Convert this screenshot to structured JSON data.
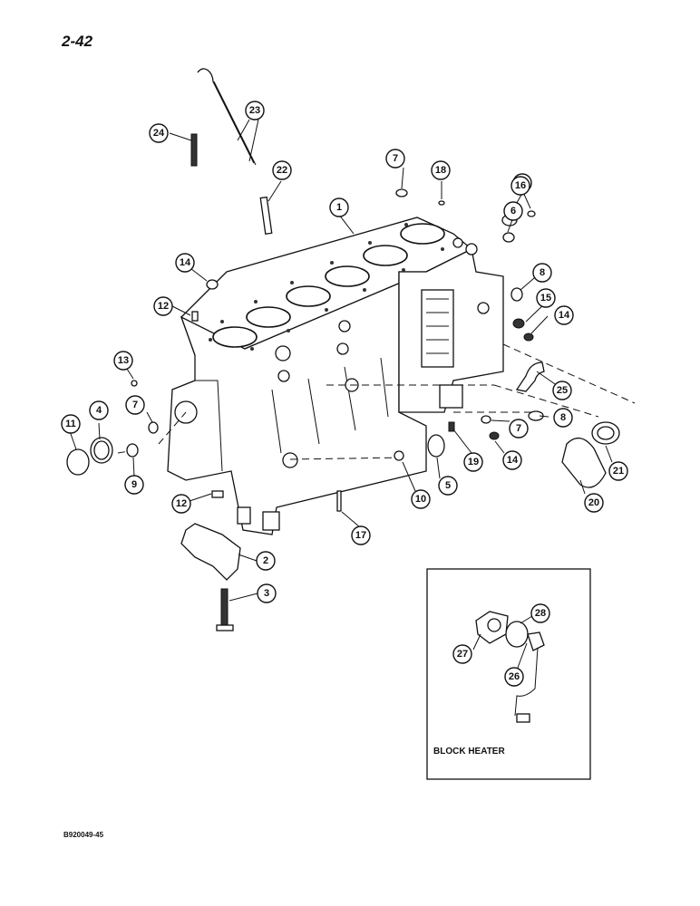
{
  "page": {
    "number": "2-42",
    "figure_code": "B920049-45"
  },
  "inset": {
    "caption": "BLOCK HEATER"
  },
  "callouts": [
    "1",
    "2",
    "3",
    "4",
    "5",
    "6",
    "7",
    "8",
    "9",
    "10",
    "11",
    "12",
    "13",
    "14",
    "15",
    "16",
    "17",
    "18",
    "19",
    "20",
    "21",
    "22",
    "23",
    "24",
    "25",
    "26",
    "27",
    "28"
  ]
}
